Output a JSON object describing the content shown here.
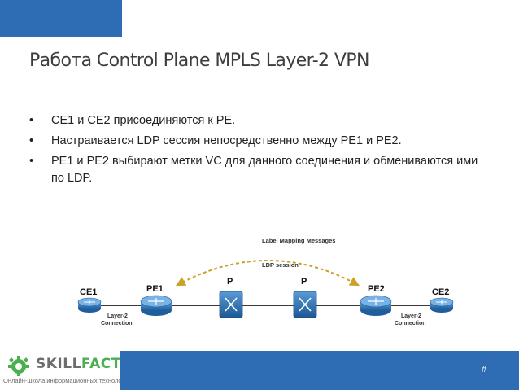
{
  "slide": {
    "title": "Работа Control Plane MPLS Layer-2 VPN",
    "bullets": [
      "CE1 и CE2 присоединяются к PE.",
      "Настраивается LDP сессия непосредственно между PE1 и PE2.",
      "PE1 и PE2  выбирают метки VC для данного соединения и обмениваются ими по LDP."
    ],
    "bullet_marker": "•"
  },
  "diagram": {
    "label_mapping": "Label Mapping Messages",
    "ldp_session": "LDP session",
    "nodes": {
      "ce1": "CE1",
      "pe1": "PE1",
      "p1": "P",
      "p2": "P",
      "pe2": "PE2",
      "ce2": "CE2"
    },
    "connection_left": [
      "Layer-2",
      "Connection"
    ],
    "connection_right": [
      "Layer-2",
      "Connection"
    ]
  },
  "footer": {
    "brand_part1": "SKILL",
    "brand_part2": "FACTORY",
    "tagline": "Онлайн-школа информационных технологий",
    "page_number": "#"
  },
  "colors": {
    "accent_blue": "#2e6db4",
    "router_blue": "#2a74b8",
    "brand_green": "#4caf50",
    "arrow_gold": "#c9a227"
  }
}
